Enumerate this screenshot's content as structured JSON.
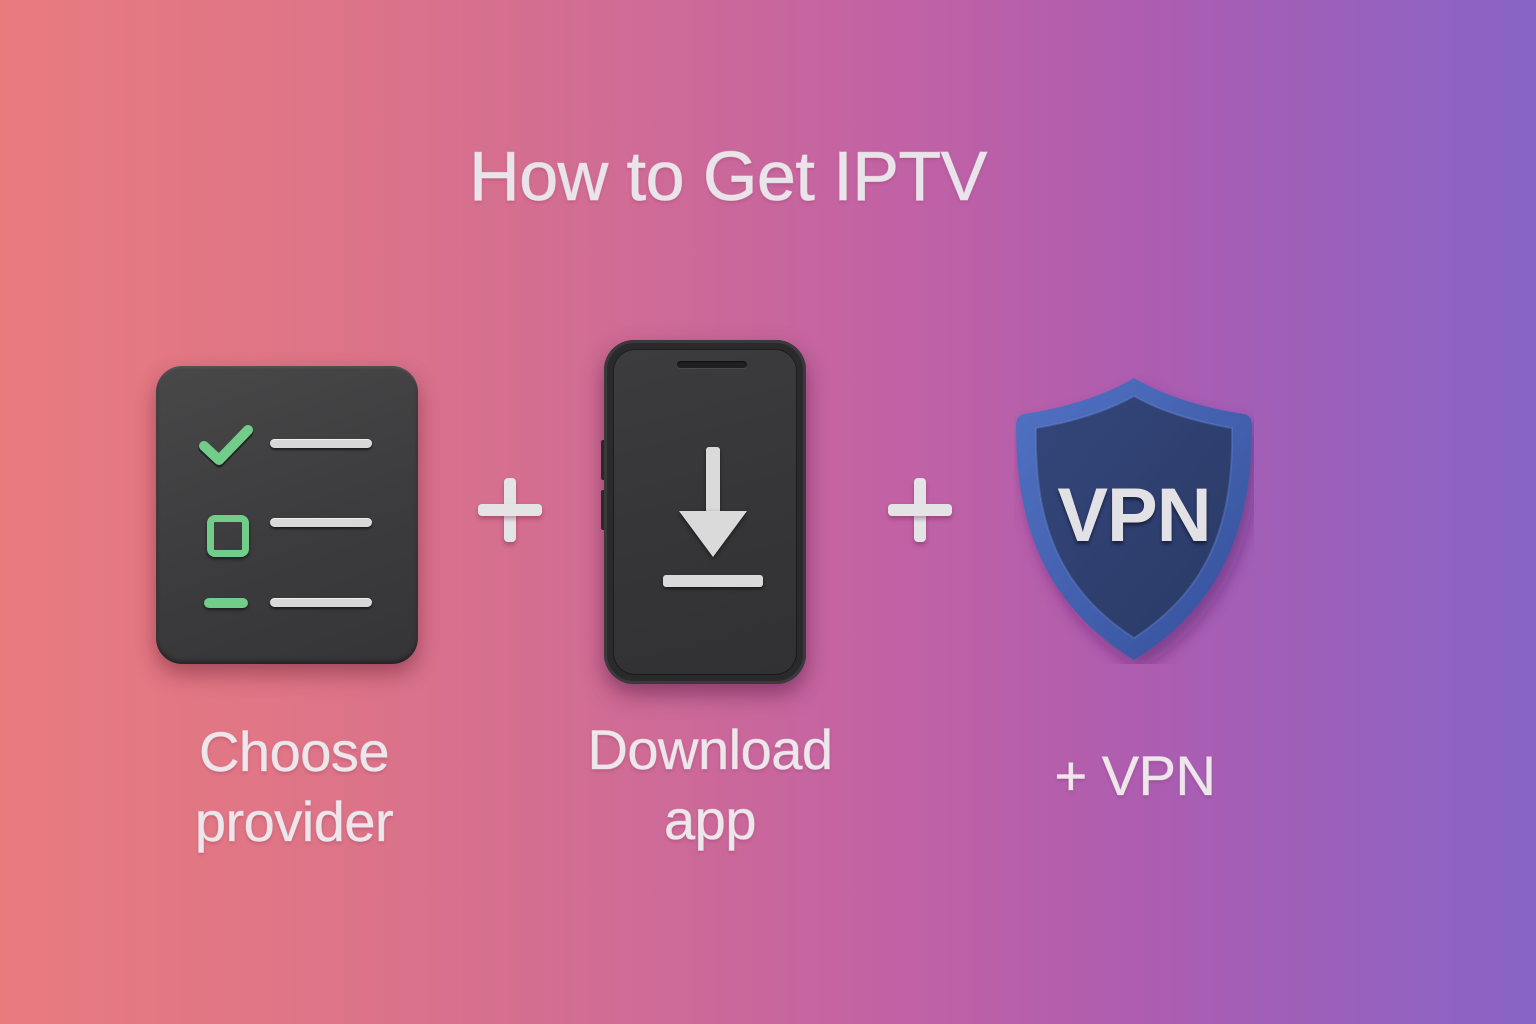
{
  "title": "How to Get IPTV",
  "colors": {
    "background_left": "#E97B7F",
    "background_mid": "#C262A4",
    "background_right": "#8764C6",
    "tile_dark": "#3C3C3E",
    "accent_green": "#72CC8A",
    "icon_light": "#DADADA",
    "shield_blue": "#3E5AA8",
    "shield_inner": "#2E3F6C",
    "text_light": "#EDE6EA"
  },
  "steps": [
    {
      "icon": "checklist-icon",
      "caption_line1": "Choose",
      "caption_line2": "provider",
      "checklist_rows": [
        "check-mark",
        "empty-checkbox",
        "dash"
      ]
    },
    {
      "icon": "phone-download-icon",
      "caption_line1": "Download",
      "caption_line2": "app"
    },
    {
      "icon": "vpn-shield-icon",
      "shield_text": "VPN",
      "caption_line1": "+ VPN"
    }
  ],
  "separators": [
    "+",
    "+"
  ]
}
